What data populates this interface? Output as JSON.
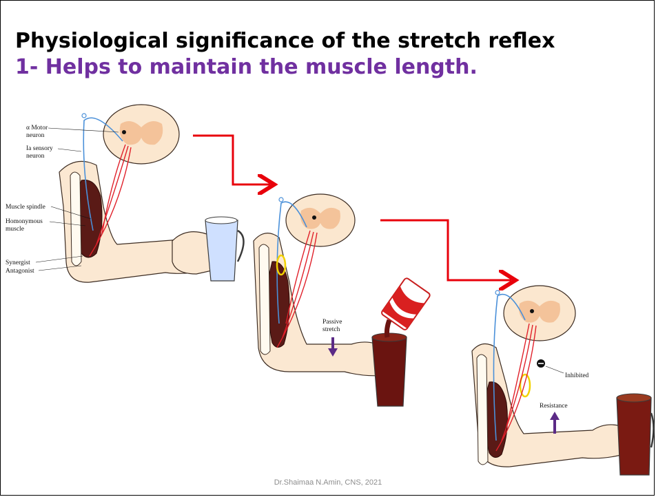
{
  "slide": {
    "title": "Physiological significance of the stretch reflex",
    "subtitle": "1- Helps to maintain the muscle length.",
    "footer": "Dr.Shaimaa N.Amin, CNS, 2021"
  },
  "panel1": {
    "labels": {
      "alpha_motor": [
        "α Motor",
        "neuron"
      ],
      "ia_sensory": [
        "Ia sensory",
        "neuron"
      ],
      "muscle_spindle": "Muscle spindle",
      "homonymous": [
        "Homonymous",
        "muscle"
      ],
      "synergist": "Synergist",
      "antagonist": "Antagonist"
    }
  },
  "panel2": {
    "labels": {
      "passive_stretch": [
        "Passive",
        "stretch"
      ]
    }
  },
  "panel3": {
    "labels": {
      "inhibited": "Inhibited",
      "resistance": "Resistance"
    }
  },
  "colors": {
    "title": "#000000",
    "subtitle": "#7030a0",
    "arrow": "#e8000b",
    "sensory_neuron": "#4a90d9",
    "motor_neuron": "#e0202a",
    "spinal_white": "#fbe7cf",
    "spinal_grey": "#f4c39a",
    "skin": "#fbe8d2",
    "muscle": "#5a1a16",
    "drink": "#6a1410",
    "stretch_arrow": "#5b2a86"
  },
  "icons": [
    "flow-arrow",
    "passive-stretch-arrow",
    "resistance-arrow",
    "inhibition-symbol"
  ]
}
